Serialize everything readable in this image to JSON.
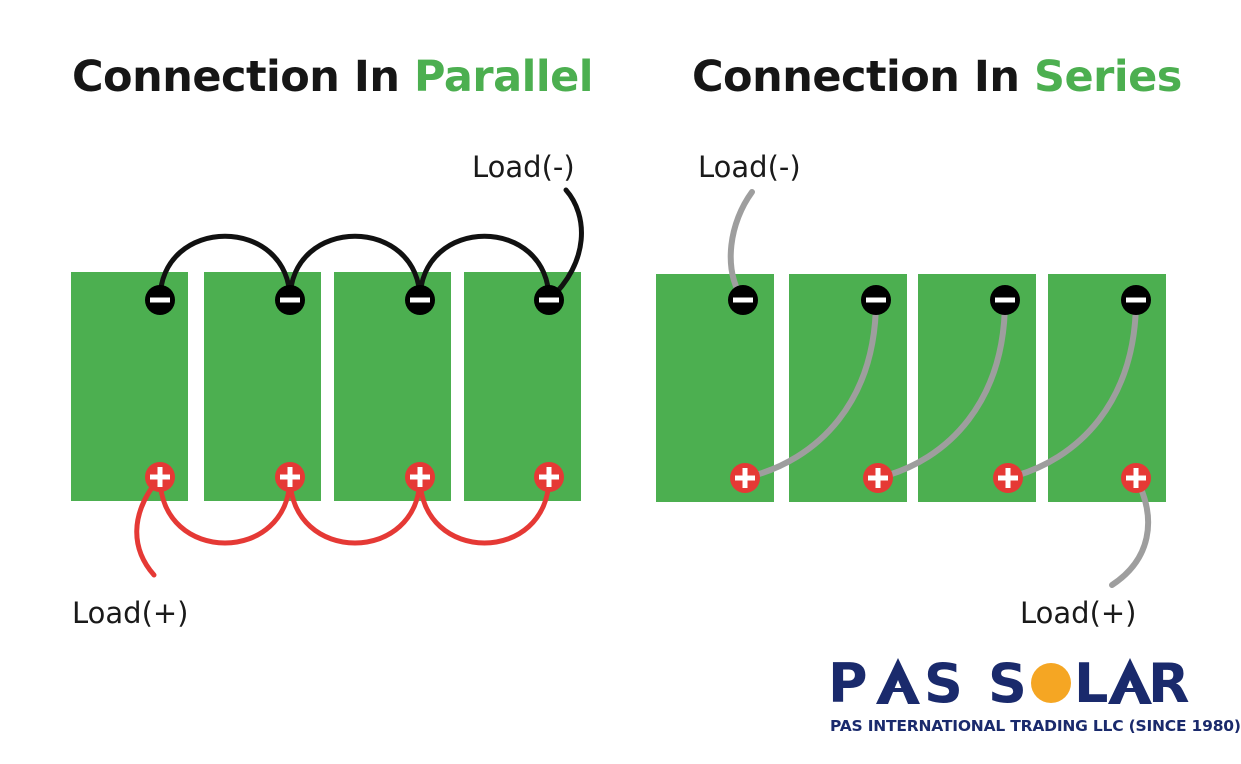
{
  "parallel": {
    "title_prefix": "Connection In ",
    "title_accent": "Parallel",
    "load_negative": "Load(-)",
    "load_positive": "Load(+)",
    "battery_count": 4
  },
  "series": {
    "title_prefix": "Connection In ",
    "title_accent": "Series",
    "load_negative": "Load(-)",
    "load_positive": "Load(+)",
    "battery_count": 4
  },
  "terminals": {
    "negative_symbol": "−",
    "positive_symbol": "+"
  },
  "logo": {
    "brand": "PAS SOLAR",
    "tagline": "PAS INTERNATIONAL TRADING LLC (SINCE 1980)"
  },
  "colors": {
    "battery_green": "#4caf50",
    "accent_green": "#4caf50",
    "parallel_negative_wire": "#111111",
    "parallel_positive_wire": "#e53935",
    "series_wire": "#9e9e9e",
    "logo_navy": "#1a2a6c",
    "logo_sun": "#f5a623"
  }
}
